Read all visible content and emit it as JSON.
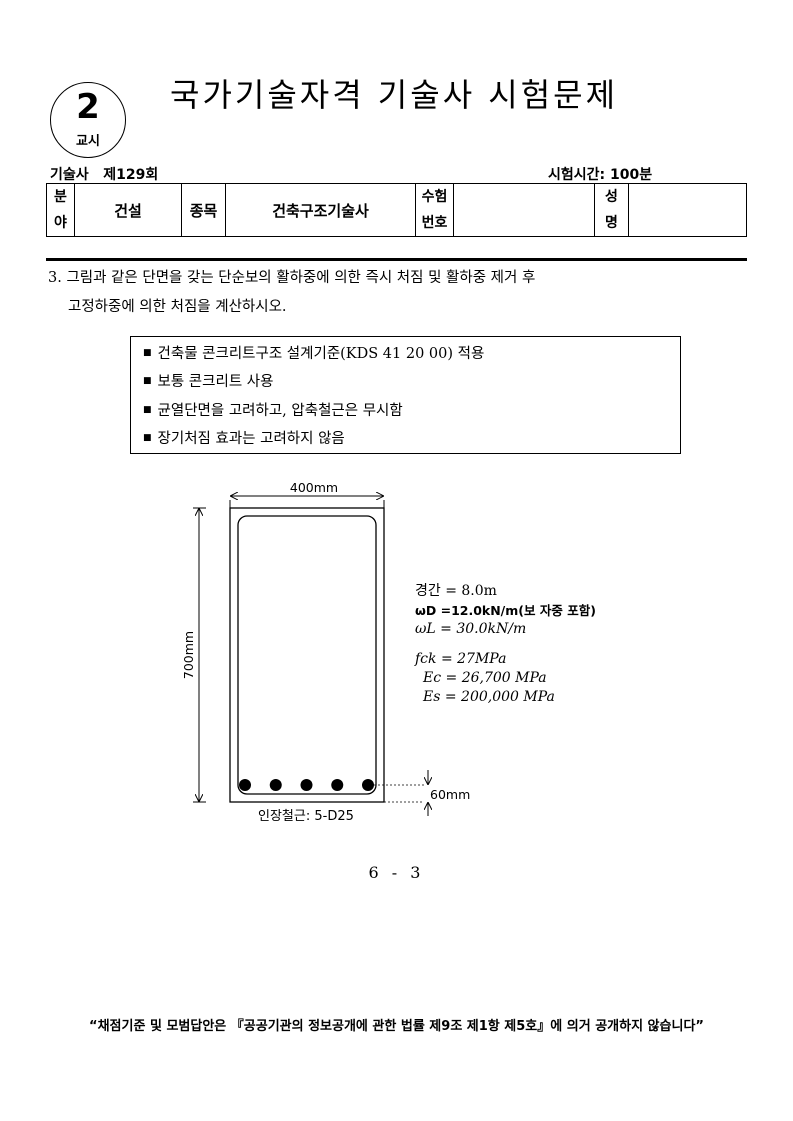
{
  "header": {
    "session_number": "2",
    "session_label": "교시",
    "title": "국가기술자격 기술사 시험문제",
    "exam_round": "기술사   제129회",
    "exam_time": "시험시간: 100분"
  },
  "info_table": {
    "field_label_top": "분",
    "field_label_bottom": "야",
    "field_value": "건설",
    "category_label": "종목",
    "category_value": "건축구조기술사",
    "exam_number_label_top": "수험",
    "exam_number_label_bottom": "번호",
    "exam_number_value": "",
    "name_label_top": "성",
    "name_label_bottom": "명",
    "name_value": ""
  },
  "question": {
    "line1": "3. 그림과 같은 단면을 갖는 단순보의 활하중에 의한 즉시 처짐 및 활하중 제거 후",
    "line2": "고정하중에 의한 처짐을 계산하시오."
  },
  "conditions": [
    "건축물 콘크리트구조 설계기준(KDS 41 20 00) 적용",
    "보통 콘크리트 사용",
    "균열단면을 고려하고, 압축철근은 무시함",
    "장기처짐 효과는 고려하지 않음"
  ],
  "diagram": {
    "width_label": "400mm",
    "height_label": "700mm",
    "cover_label": "60mm",
    "rebar_label": "인장철근: 5-D25",
    "rebar_count": 5
  },
  "parameters": [
    "경간  = 8.0m",
    "ωD =12.0kN/m(보 자중 포함)",
    "ωL = 30.0kN/m",
    "fck = 27MPa",
    "Ec = 26,700 MPa",
    "Es = 200,000 MPa"
  ],
  "page_number": "6 - 3",
  "footer": "“채점기준 및 모범답안은 『공공기관의 정보공개에 관한 법률 제9조 제1항 제5호』에 의거 공개하지 않습니다”"
}
